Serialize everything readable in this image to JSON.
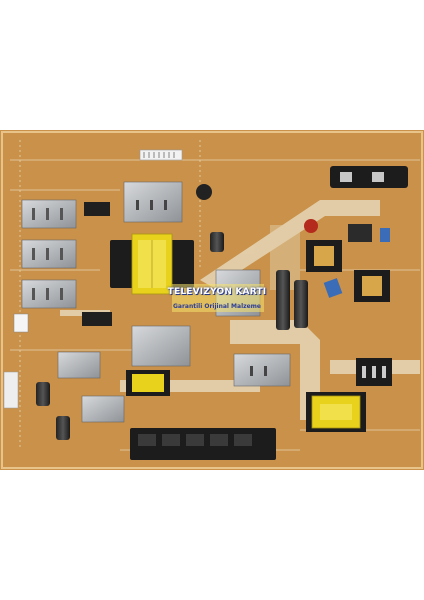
{
  "scene": {
    "subject": "pcb-power-supply-board",
    "colors": {
      "background": "#ffffff",
      "pcb": "#c48a3c",
      "pcb_dark": "#a96f28",
      "silkscreen": "#e9d9b3",
      "heatsink": "#b9bcc0",
      "transformer": "#e8d21c",
      "connector": "#1c1c1c"
    }
  },
  "watermark": {
    "brand": "TELEVIZYON KARTI",
    "tagline": "Garantili Orijinal Malzeme"
  }
}
